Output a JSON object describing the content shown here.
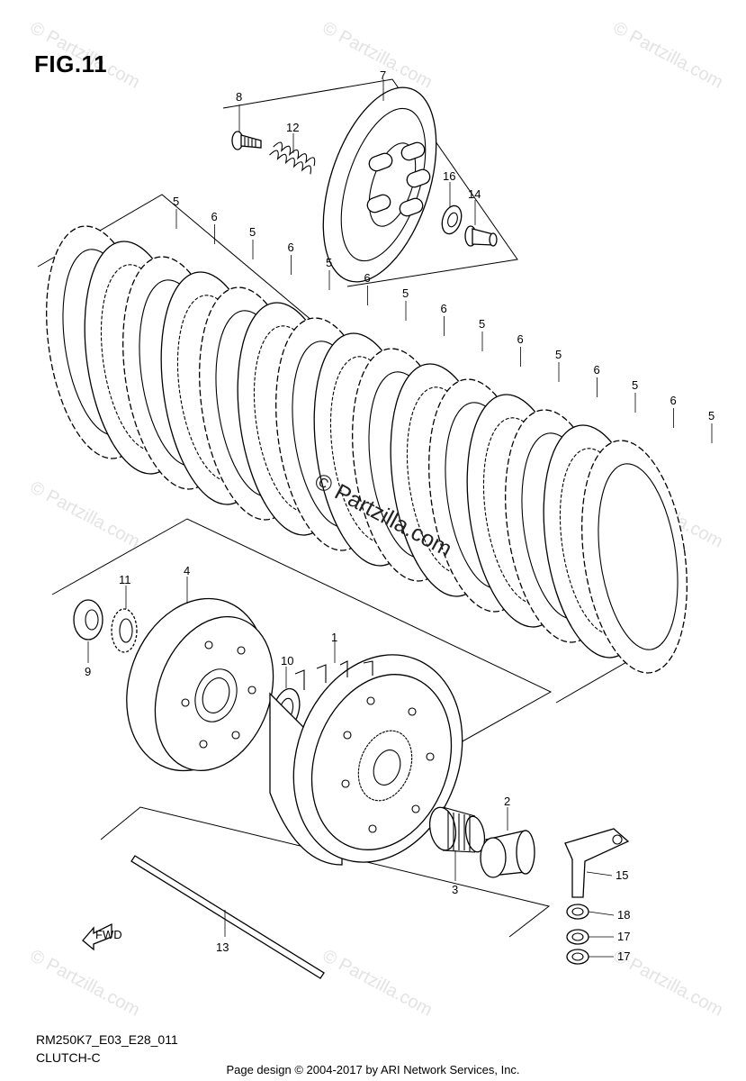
{
  "figure": {
    "title": "FIG.11",
    "model_code": "RM250K7_E03_E28_011",
    "section_name": "CLUTCH-C"
  },
  "footer": {
    "credit": "Page design © 2004-2017 by ARI Network Services, Inc."
  },
  "watermark": {
    "text": "© Partzilla.com",
    "center_text": "© Partzilla.com"
  },
  "fwd_label": "FWD",
  "callouts": {
    "c1": "1",
    "c2": "2",
    "c3": "3",
    "c4": "4",
    "c5": "5",
    "c6": "6",
    "c7": "7",
    "c8": "8",
    "c9": "9",
    "c10": "10",
    "c11": "11",
    "c12": "12",
    "c13": "13",
    "c14": "14",
    "c15": "15",
    "c16": "16",
    "c17a": "17",
    "c17b": "17",
    "c18": "18",
    "plates": [
      "5",
      "6",
      "5",
      "6",
      "5",
      "6",
      "5",
      "6",
      "5",
      "6",
      "5",
      "6",
      "5",
      "6",
      "5"
    ]
  }
}
